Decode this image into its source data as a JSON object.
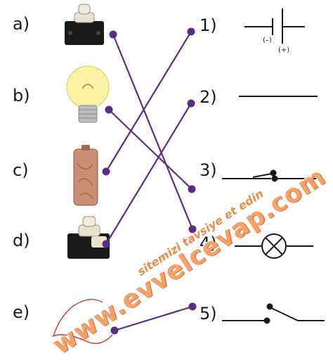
{
  "left_labels": [
    "a)",
    "b)",
    "c)",
    "d)",
    "e)"
  ],
  "right_labels": [
    "1)",
    "2)",
    "3)",
    "4)",
    "5)"
  ],
  "battery_polarity": {
    "negative": "(–)",
    "positive": "(+)"
  },
  "watermark": {
    "main": "www.evvelcevap.com",
    "sub": "sitemizi tavsiye et edin"
  },
  "colors": {
    "line": "#5b2c83",
    "watermark": "#f6a06a"
  }
}
